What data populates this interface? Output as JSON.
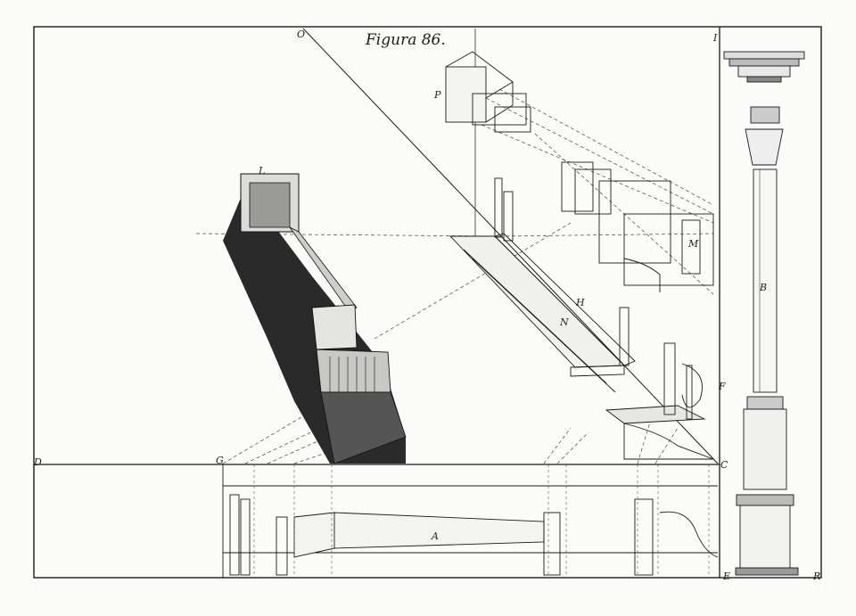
{
  "title": "Figura 86.",
  "labels": {
    "O": "O",
    "I": "I",
    "P": "P",
    "L": "L",
    "M": "M",
    "H": "H",
    "N": "N",
    "B": "B",
    "F": "F",
    "D": "D",
    "G": "G",
    "C": "C",
    "A": "A",
    "E": "E",
    "R": "R"
  },
  "colors": {
    "ink": "#1a1a1a",
    "paper": "#fbfbfa"
  }
}
